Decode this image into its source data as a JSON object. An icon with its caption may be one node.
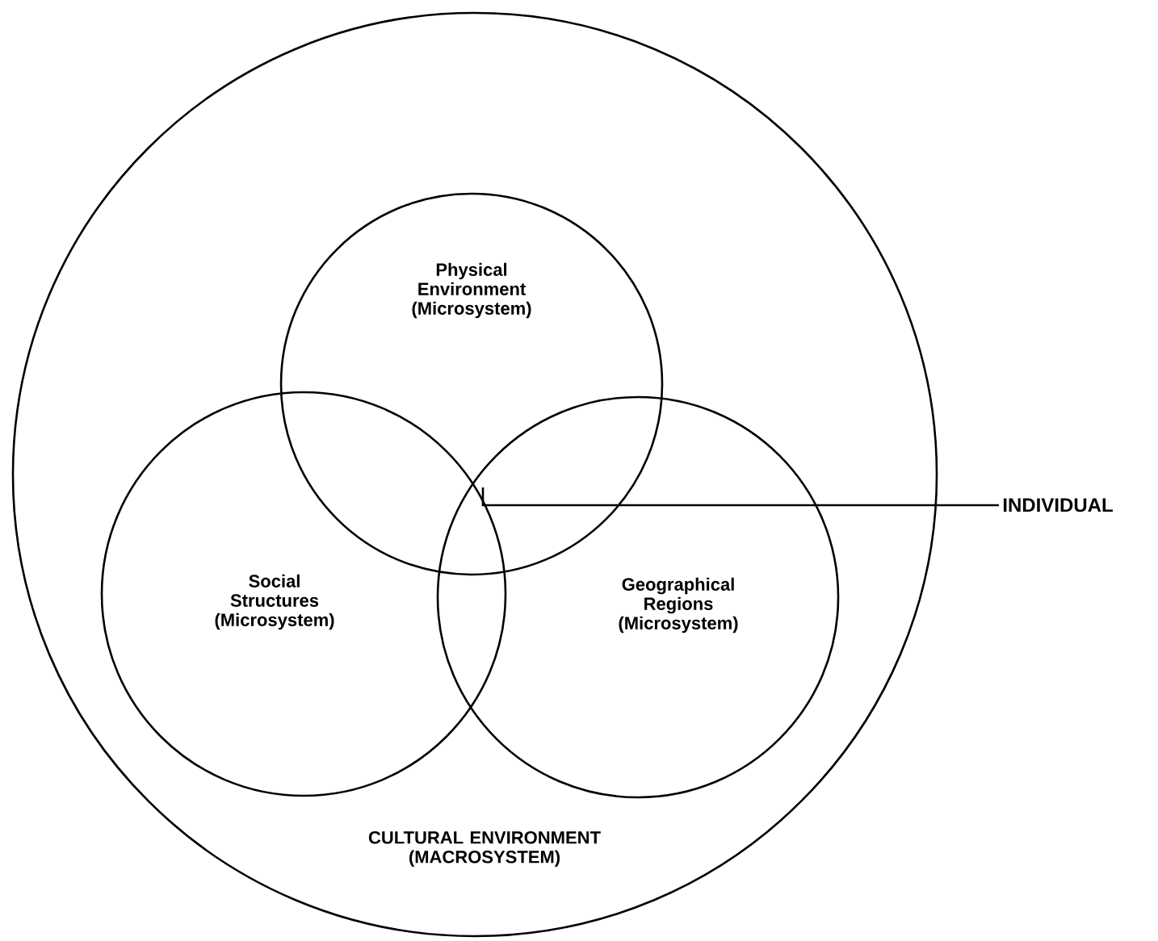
{
  "diagram": {
    "nodes": [
      {
        "text": [
          "CULTURAL ENVIRONMENT (MACROSYSTEM)"
        ]
      },
      {
        "text": [
          "Physical Environment (Microsystem)"
        ],
        "in": 0
      },
      {
        "text": [
          "Social Structures (Microsystem)"
        ],
        "in": 0
      },
      {
        "text": [
          "Geographical Regions (Microsystem)"
        ],
        "in": 0
      },
      {
        "text": [
          "INDIVIDUAL"
        ]
      }
    ],
    "edges": [
      {
        "from": 4,
        "to": 1,
        "arrow": "none"
      }
    ]
  }
}
